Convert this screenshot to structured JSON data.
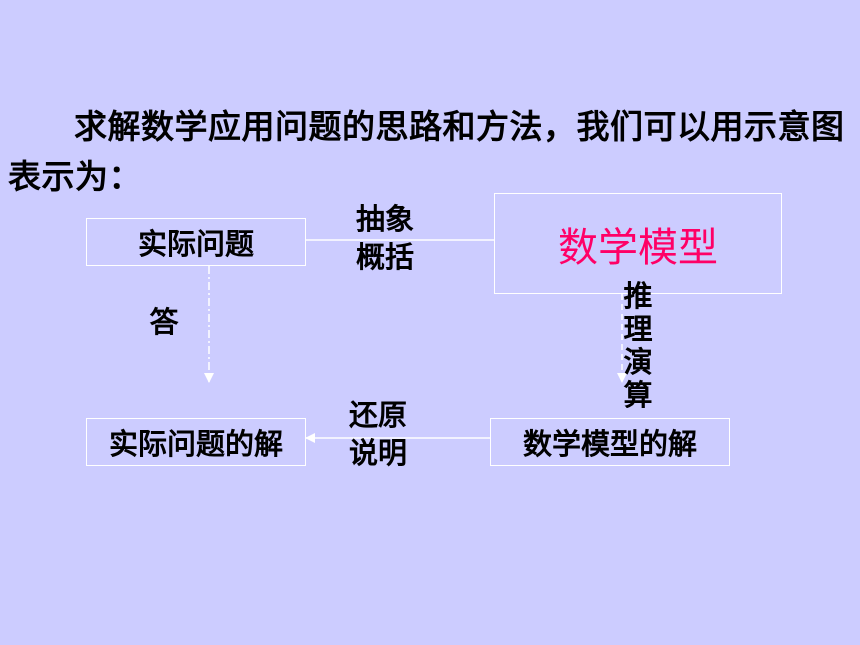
{
  "intro_text": "求解数学应用问题的思路和方法，我们可以用示意图表示为：",
  "boxes": {
    "practical_problem": "实际问题",
    "math_model": "数学模型",
    "practical_solution": "实际问题的解",
    "model_solution": "数学模型的解"
  },
  "edges": {
    "abstract": {
      "line1": "抽象",
      "line2": "概括"
    },
    "reason": [
      "推",
      "理",
      "演",
      "算"
    ],
    "answer": "答",
    "restore": {
      "line1": "还原",
      "line2": "说明"
    }
  },
  "colors": {
    "background": "#ccccff",
    "model_text": "#ff0066",
    "lines": "#ffffff"
  }
}
